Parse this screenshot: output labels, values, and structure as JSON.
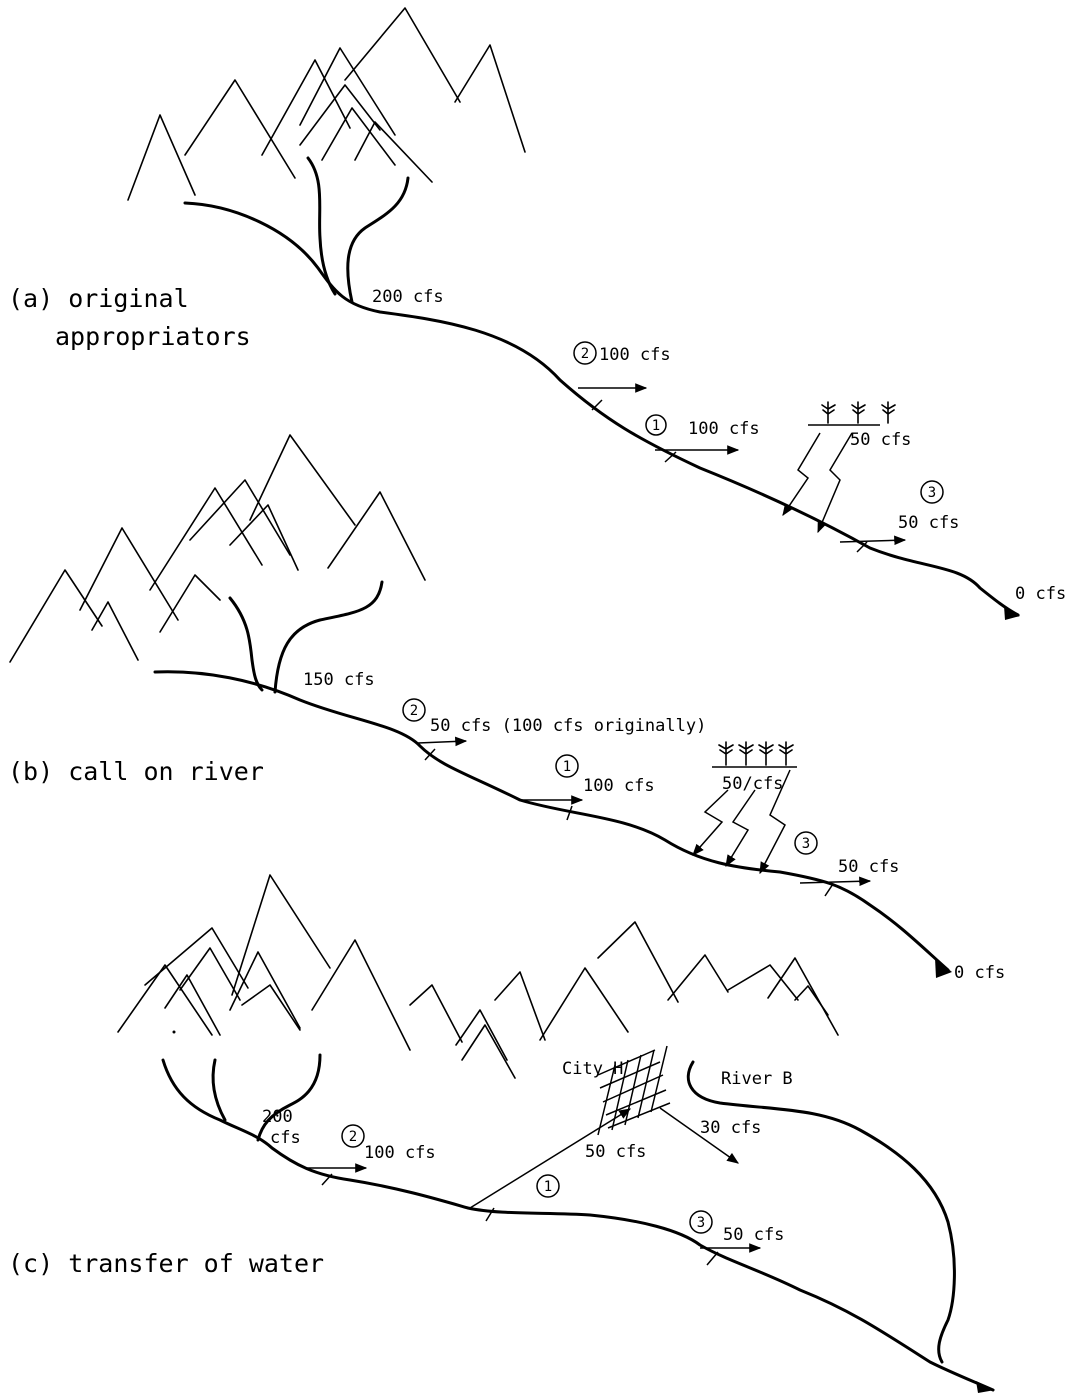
{
  "panels": {
    "a": {
      "caption_line1": "(a) original",
      "caption_line2": "appropriators",
      "flow_source": "200 cfs",
      "right2_num": "2",
      "right2_flow": "100 cfs",
      "right1_num": "1",
      "right1_flow": "100 cfs",
      "crop_flow": "50 cfs",
      "right3_num": "3",
      "right3_flow": "50 cfs",
      "flow_end": "0 cfs"
    },
    "b": {
      "caption": "(b) call on river",
      "flow_source": "150 cfs",
      "right2_num": "2",
      "right2_flow": "50 cfs (100 cfs originally)",
      "right1_num": "1",
      "right1_flow": "100 cfs",
      "crop_flow": "50/cfs",
      "right3_num": "3",
      "right3_flow": "50 cfs",
      "flow_end": "0 cfs"
    },
    "c": {
      "caption": "(c) transfer of water",
      "flow_source_line1": "200",
      "flow_source_line2": "cfs",
      "right2_num": "2",
      "right2_flow": "100 cfs",
      "right1_num": "1",
      "right1_flow": "50 cfs",
      "city_label": "City H",
      "city_outflow": "30 cfs",
      "river_b_label": "River B",
      "right3_num": "3",
      "right3_flow": "50 cfs"
    }
  }
}
